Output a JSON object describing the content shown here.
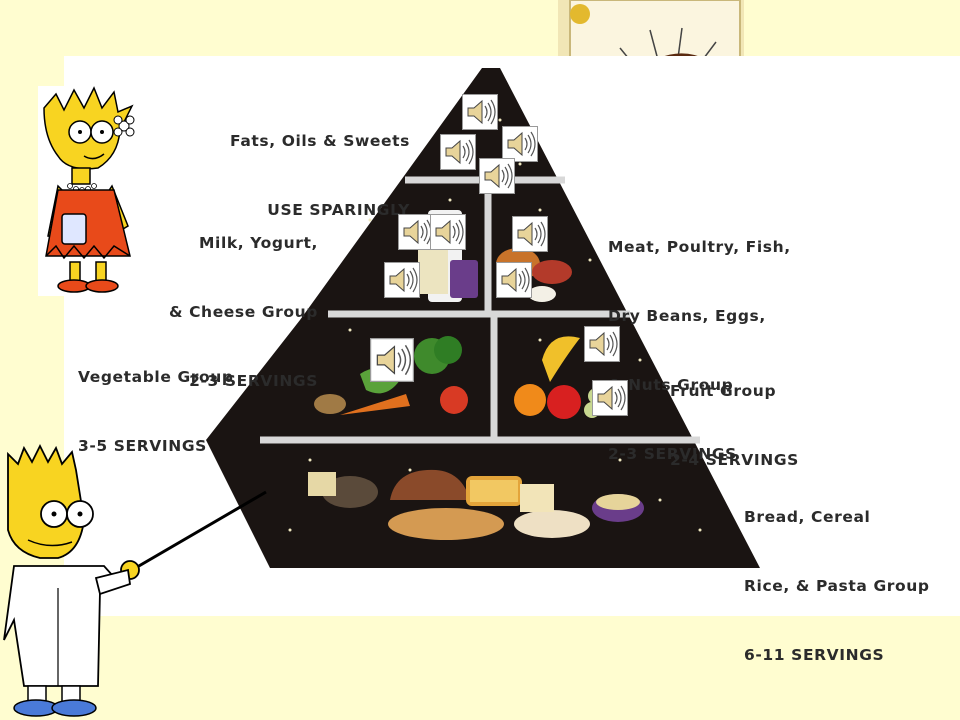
{
  "pyramid": {
    "levels": [
      {
        "id": "fats",
        "lines": [
          "Fats, Oils & Sweets",
          "USE SPARINGLY"
        ]
      },
      {
        "id": "milk",
        "lines": [
          "Milk, Yogurt,",
          "& Cheese Group",
          "2-3 SERVINGS"
        ]
      },
      {
        "id": "meat",
        "lines": [
          "Meat, Poultry, Fish,",
          "Dry Beans, Eggs,",
          "& Nuts Group",
          "2-3 SERVINGS"
        ]
      },
      {
        "id": "vegetable",
        "lines": [
          "Vegetable Group",
          "3-5 SERVINGS"
        ]
      },
      {
        "id": "fruit",
        "lines": [
          "Fruit Group",
          "2-4 SERVINGS"
        ]
      },
      {
        "id": "bread",
        "lines": [
          "Bread, Cereal",
          "Rice, & Pasta Group",
          "6-11 SERVINGS"
        ]
      }
    ]
  },
  "colors": {
    "slide_background": "#FFFDD0",
    "pyramid": "#1a1412",
    "divider": "#d8d8d8",
    "speaker_border": "#9a9a9a"
  },
  "icons": {
    "speaker": "speaker-icon",
    "lisa": "lisa-character",
    "bart": "bart-teacher-character",
    "pastry": "eclair-picture"
  }
}
